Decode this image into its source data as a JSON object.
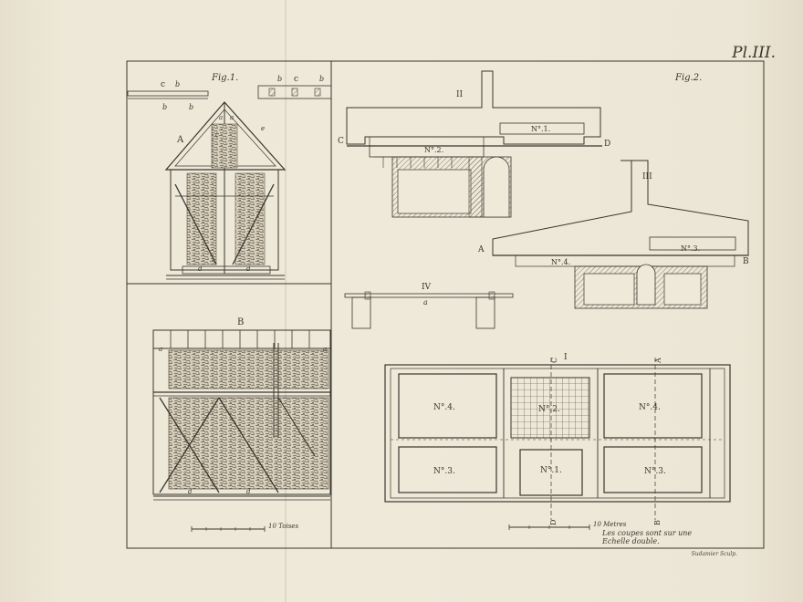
{
  "plate": {
    "label": "Pl.III.",
    "engraver_credit": "Sudamier Sculp."
  },
  "fig1": {
    "title": "Fig.1.",
    "view_a_letter": "A",
    "view_b_letter": "B",
    "scale_label": "10 Toises",
    "letters": [
      "a",
      "b",
      "c",
      "d",
      "e"
    ]
  },
  "fig2": {
    "title": "Fig.2.",
    "section_ii": "II",
    "section_iii": "III",
    "section_iv": "IV",
    "plan_i": "I",
    "chambers": [
      "N°.1.",
      "N°.2.",
      "N°.3.",
      "N°.4."
    ],
    "cut_letters": [
      "A",
      "B",
      "C",
      "D"
    ],
    "scale_label": "10 Metres",
    "note_line1": "Les coupes sont sur une",
    "note_line2": "Echelle double."
  },
  "colors": {
    "ink": "#3a352d",
    "paper": "#efe9da",
    "hatch": "#6b6457"
  }
}
